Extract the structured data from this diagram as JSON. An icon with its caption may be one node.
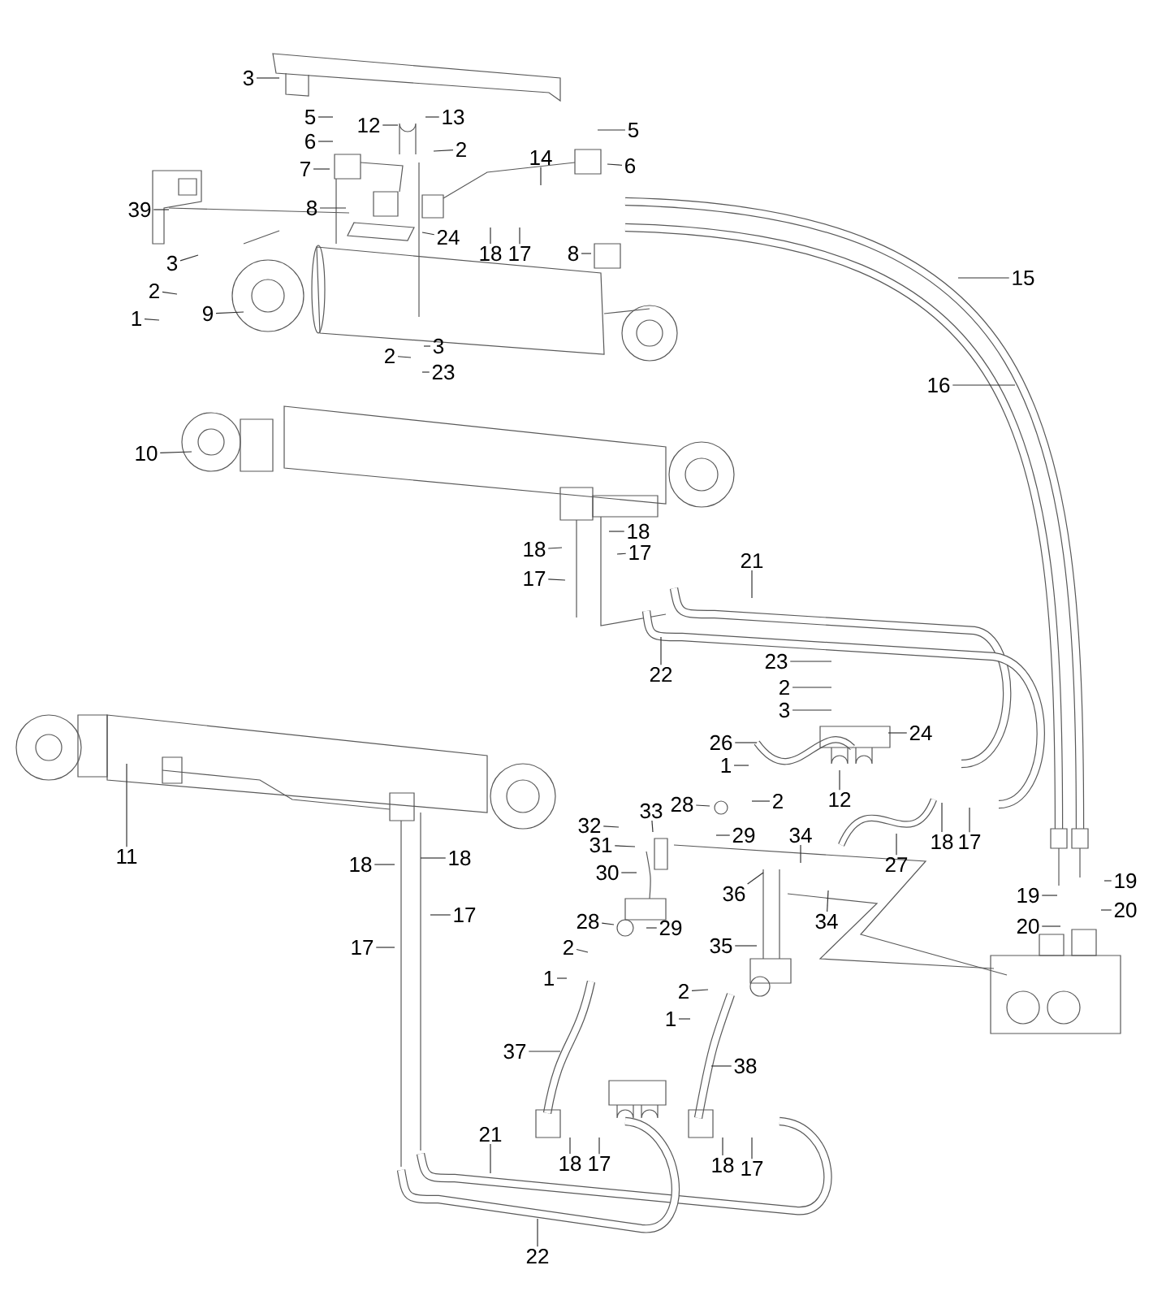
{
  "diagram": {
    "nodes": [
      {
        "text": [
          "3"
        ]
      },
      {
        "text": [
          "5"
        ]
      },
      {
        "text": [
          "13"
        ]
      },
      {
        "text": [
          "12"
        ]
      },
      {
        "text": [
          "5"
        ]
      },
      {
        "text": [
          "6"
        ]
      },
      {
        "text": [
          "2"
        ]
      },
      {
        "text": [
          "14"
        ]
      },
      {
        "text": [
          "6"
        ]
      },
      {
        "text": [
          "7"
        ]
      },
      {
        "text": [
          "39"
        ]
      },
      {
        "text": [
          "8"
        ]
      },
      {
        "text": [
          "24"
        ]
      },
      {
        "text": [
          "18"
        ]
      },
      {
        "text": [
          "17"
        ]
      },
      {
        "text": [
          "8"
        ]
      },
      {
        "text": [
          "3"
        ]
      },
      {
        "text": [
          "15"
        ]
      },
      {
        "text": [
          "2"
        ]
      },
      {
        "text": [
          "1"
        ]
      },
      {
        "text": [
          "9"
        ]
      },
      {
        "text": [
          "3"
        ]
      },
      {
        "text": [
          "2"
        ]
      },
      {
        "text": [
          "23"
        ]
      },
      {
        "text": [
          "16"
        ]
      },
      {
        "text": [
          "10"
        ]
      },
      {
        "text": [
          "18"
        ]
      },
      {
        "text": [
          "18"
        ]
      },
      {
        "text": [
          "17"
        ]
      },
      {
        "text": [
          "21"
        ]
      },
      {
        "text": [
          "17"
        ]
      },
      {
        "text": [
          "23"
        ]
      },
      {
        "text": [
          "22"
        ]
      },
      {
        "text": [
          "2"
        ]
      },
      {
        "text": [
          "3"
        ]
      },
      {
        "text": [
          "24"
        ]
      },
      {
        "text": [
          "26"
        ]
      },
      {
        "text": [
          "1"
        ]
      },
      {
        "text": [
          "12"
        ]
      },
      {
        "text": [
          "28"
        ]
      },
      {
        "text": [
          "2"
        ]
      },
      {
        "text": [
          "33"
        ]
      },
      {
        "text": [
          "32"
        ]
      },
      {
        "text": [
          "29"
        ]
      },
      {
        "text": [
          "34"
        ]
      },
      {
        "text": [
          "18"
        ]
      },
      {
        "text": [
          "17"
        ]
      },
      {
        "text": [
          "31"
        ]
      },
      {
        "text": [
          "11"
        ]
      },
      {
        "text": [
          "18"
        ]
      },
      {
        "text": [
          "18"
        ]
      },
      {
        "text": [
          "27"
        ]
      },
      {
        "text": [
          "30"
        ]
      },
      {
        "text": [
          "19"
        ]
      },
      {
        "text": [
          "36"
        ]
      },
      {
        "text": [
          "19"
        ]
      },
      {
        "text": [
          "20"
        ]
      },
      {
        "text": [
          "17"
        ]
      },
      {
        "text": [
          "34"
        ]
      },
      {
        "text": [
          "20"
        ]
      },
      {
        "text": [
          "28"
        ]
      },
      {
        "text": [
          "29"
        ]
      },
      {
        "text": [
          "35"
        ]
      },
      {
        "text": [
          "2"
        ]
      },
      {
        "text": [
          "17"
        ]
      },
      {
        "text": [
          "1"
        ]
      },
      {
        "text": [
          "2"
        ]
      },
      {
        "text": [
          "1"
        ]
      },
      {
        "text": [
          "37"
        ]
      },
      {
        "text": [
          "38"
        ]
      },
      {
        "text": [
          "21"
        ]
      },
      {
        "text": [
          "18"
        ]
      },
      {
        "text": [
          "17"
        ]
      },
      {
        "text": [
          "18"
        ]
      },
      {
        "text": [
          "17"
        ]
      },
      {
        "text": [
          "22"
        ]
      }
    ],
    "edges": [
      {
        "from": 0,
        "to": null,
        "arrow": "none"
      },
      {
        "from": 1,
        "to": null,
        "arrow": "none"
      },
      {
        "from": 2,
        "to": null,
        "arrow": "none"
      },
      {
        "from": 3,
        "to": null,
        "arrow": "none"
      },
      {
        "from": 4,
        "to": null,
        "arrow": "none"
      },
      {
        "from": 5,
        "to": null,
        "arrow": "none"
      },
      {
        "from": 6,
        "to": null,
        "arrow": "none"
      },
      {
        "from": 7,
        "to": null,
        "arrow": "none"
      },
      {
        "from": 8,
        "to": null,
        "arrow": "none"
      },
      {
        "from": 9,
        "to": null,
        "arrow": "none"
      },
      {
        "from": 10,
        "to": null,
        "arrow": "none"
      },
      {
        "from": 11,
        "to": null,
        "arrow": "none"
      },
      {
        "from": 12,
        "to": null,
        "arrow": "none"
      },
      {
        "from": 13,
        "to": null,
        "arrow": "none"
      },
      {
        "from": 14,
        "to": null,
        "arrow": "none"
      },
      {
        "from": 15,
        "to": null,
        "arrow": "none"
      },
      {
        "from": 16,
        "to": null,
        "arrow": "none"
      },
      {
        "from": 17,
        "to": null,
        "arrow": "none"
      },
      {
        "from": 18,
        "to": null,
        "arrow": "none"
      },
      {
        "from": 19,
        "to": null,
        "arrow": "none"
      },
      {
        "from": 20,
        "to": null,
        "arrow": "none"
      },
      {
        "from": 21,
        "to": null,
        "arrow": "none"
      },
      {
        "from": 22,
        "to": null,
        "arrow": "none"
      },
      {
        "from": 23,
        "to": null,
        "arrow": "none"
      },
      {
        "from": 24,
        "to": null,
        "arrow": "none"
      },
      {
        "from": 25,
        "to": null,
        "arrow": "none"
      },
      {
        "from": 26,
        "to": null,
        "arrow": "none"
      },
      {
        "from": 27,
        "to": null,
        "arrow": "none"
      },
      {
        "from": 28,
        "to": null,
        "arrow": "none"
      },
      {
        "from": 29,
        "to": null,
        "arrow": "none"
      },
      {
        "from": 30,
        "to": null,
        "arrow": "none"
      },
      {
        "from": 31,
        "to": null,
        "arrow": "none"
      },
      {
        "from": 32,
        "to": null,
        "arrow": "none"
      },
      {
        "from": 33,
        "to": null,
        "arrow": "none"
      },
      {
        "from": 34,
        "to": null,
        "arrow": "none"
      },
      {
        "from": 35,
        "to": null,
        "arrow": "none"
      },
      {
        "from": 36,
        "to": null,
        "arrow": "none"
      },
      {
        "from": 37,
        "to": null,
        "arrow": "none"
      },
      {
        "from": 38,
        "to": null,
        "arrow": "none"
      },
      {
        "from": 39,
        "to": null,
        "arrow": "none"
      },
      {
        "from": 40,
        "to": null,
        "arrow": "none"
      },
      {
        "from": 41,
        "to": null,
        "arrow": "none"
      },
      {
        "from": 42,
        "to": null,
        "arrow": "none"
      },
      {
        "from": 43,
        "to": null,
        "arrow": "none"
      },
      {
        "from": 44,
        "to": null,
        "arrow": "none"
      },
      {
        "from": 45,
        "to": null,
        "arrow": "none"
      },
      {
        "from": 46,
        "to": null,
        "arrow": "none"
      },
      {
        "from": 47,
        "to": null,
        "arrow": "none"
      },
      {
        "from": 48,
        "to": null,
        "arrow": "none"
      },
      {
        "from": 49,
        "to": null,
        "arrow": "none"
      },
      {
        "from": 50,
        "to": null,
        "arrow": "none"
      },
      {
        "from": 51,
        "to": null,
        "arrow": "none"
      },
      {
        "from": 52,
        "to": null,
        "arrow": "none"
      },
      {
        "from": 53,
        "to": null,
        "arrow": "none"
      },
      {
        "from": 54,
        "to": null,
        "arrow": "none"
      },
      {
        "from": 55,
        "to": null,
        "arrow": "none"
      },
      {
        "from": 56,
        "to": null,
        "arrow": "none"
      },
      {
        "from": 57,
        "to": null,
        "arrow": "none"
      },
      {
        "from": 58,
        "to": null,
        "arrow": "none"
      },
      {
        "from": 59,
        "to": null,
        "arrow": "none"
      },
      {
        "from": 60,
        "to": null,
        "arrow": "none"
      },
      {
        "from": 61,
        "to": null,
        "arrow": "none"
      },
      {
        "from": 62,
        "to": null,
        "arrow": "none"
      },
      {
        "from": 63,
        "to": null,
        "arrow": "none"
      },
      {
        "from": 64,
        "to": null,
        "arrow": "none"
      },
      {
        "from": 65,
        "to": null,
        "arrow": "none"
      },
      {
        "from": 66,
        "to": null,
        "arrow": "none"
      },
      {
        "from": 67,
        "to": null,
        "arrow": "none"
      },
      {
        "from": 68,
        "to": null,
        "arrow": "none"
      },
      {
        "from": 69,
        "to": null,
        "arrow": "none"
      },
      {
        "from": 70,
        "to": null,
        "arrow": "none"
      },
      {
        "from": 71,
        "to": null,
        "arrow": "none"
      },
      {
        "from": 72,
        "to": null,
        "arrow": "none"
      },
      {
        "from": 73,
        "to": null,
        "arrow": "none"
      },
      {
        "from": 74,
        "to": null,
        "arrow": "none"
      },
      {
        "from": 75,
        "to": null,
        "arrow": "none"
      }
    ]
  }
}
